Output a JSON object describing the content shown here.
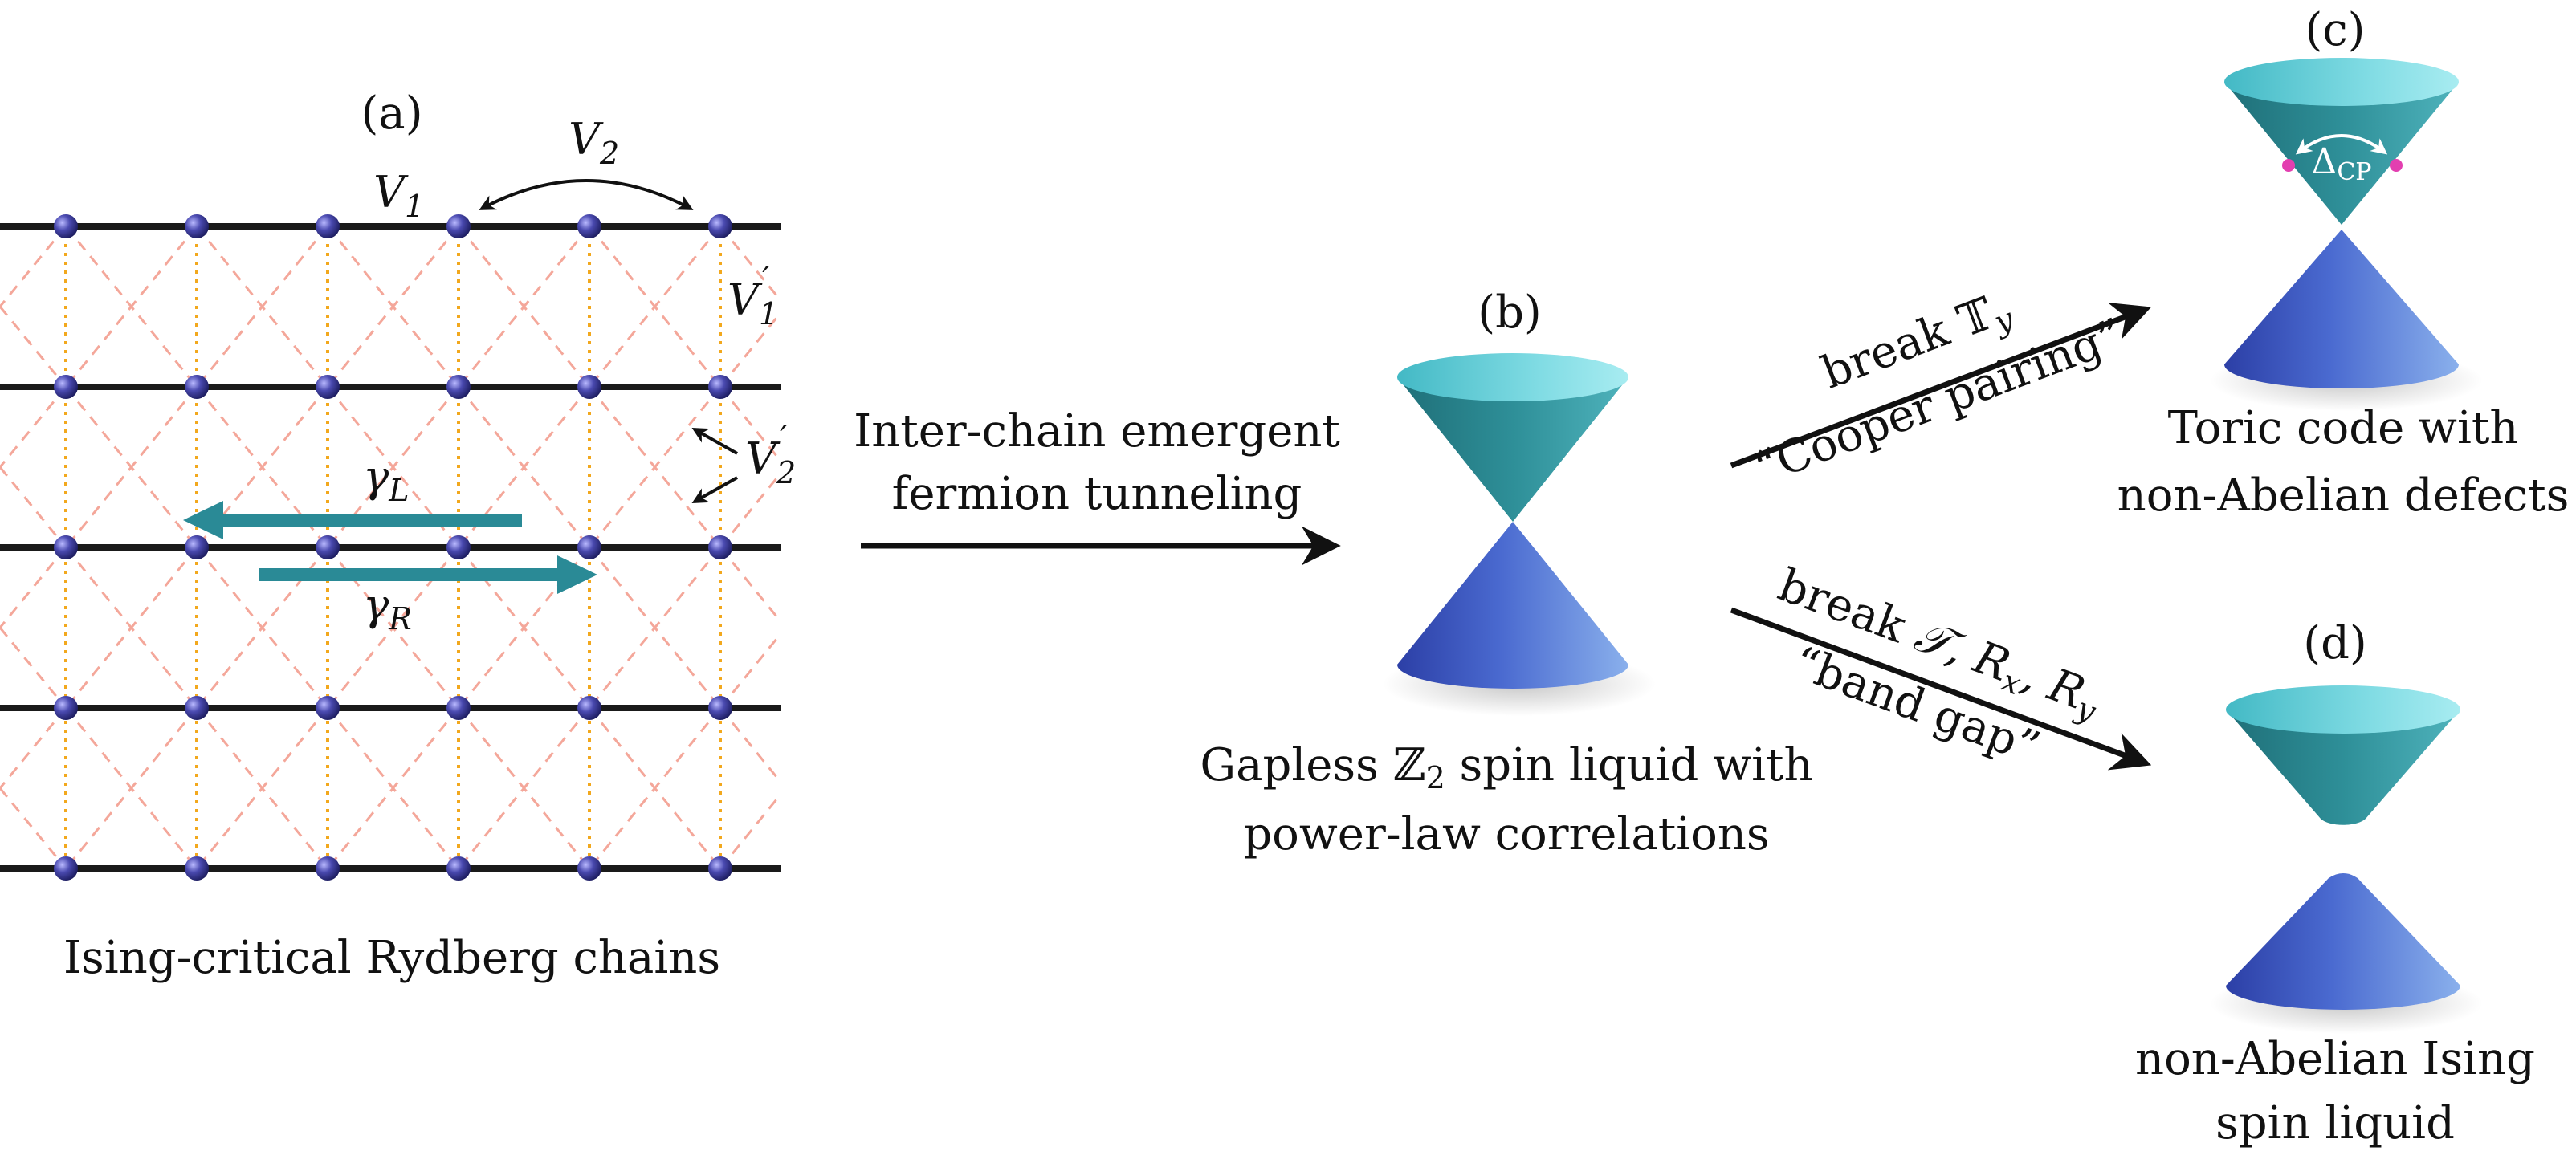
{
  "panel_a": {
    "tag": "(a)",
    "caption": "Ising-critical Rydberg chains",
    "v1": {
      "base": "V",
      "sub": "1"
    },
    "v2": {
      "base": "V",
      "sub": "2"
    },
    "v1p": {
      "base": "V",
      "sub": "1",
      "sup": "′"
    },
    "v2p": {
      "base": "V",
      "sub": "2",
      "sup": "′"
    },
    "gamma_l": {
      "base": "γ",
      "sub": "L"
    },
    "gamma_r": {
      "base": "γ",
      "sub": "R"
    },
    "chains": 5,
    "sites_per_chain": 6
  },
  "arrow_ab": {
    "line1": "Inter-chain emergent",
    "line2": "fermion tunneling"
  },
  "panel_b": {
    "tag": "(b)",
    "caption_line1_pre": "Gapless ",
    "caption_line1_z": "ℤ",
    "caption_line1_sub": "2",
    "caption_line1_post": " spin liquid with",
    "caption_line2": "power-law correlations"
  },
  "arrow_bc": {
    "line1_pre": "break ",
    "line1_sym": "𝕋",
    "line1_sub": "y",
    "line2": "“Cooper pairing”"
  },
  "arrow_bd": {
    "line1_pre": "break ",
    "line1_sym": "𝒯",
    "line1_rest_r": ", R",
    "line1_sub_x": "x",
    "line1_rest_r2": ", R",
    "line1_sub_y": "y",
    "line2": "“band gap”"
  },
  "panel_c": {
    "tag": "(c)",
    "delta_base": "Δ",
    "delta_sub": "CP",
    "caption_line1": "Toric code with",
    "caption_line2": "non-Abelian defects"
  },
  "panel_d": {
    "tag": "(d)",
    "caption_line1": "non-Abelian Ising",
    "caption_line2": "spin liquid"
  },
  "colors": {
    "chain": "#1a1a1a",
    "site": "#4a4ab0",
    "vertical_bond": "#f2a81d",
    "diagonal_bond": "#f4a79a",
    "gamma_arrow": "#2a8a96",
    "cone_top": "#2e8f98",
    "cone_bottom": "#4a6ad0",
    "pairing_dot": "#e33fb0"
  }
}
